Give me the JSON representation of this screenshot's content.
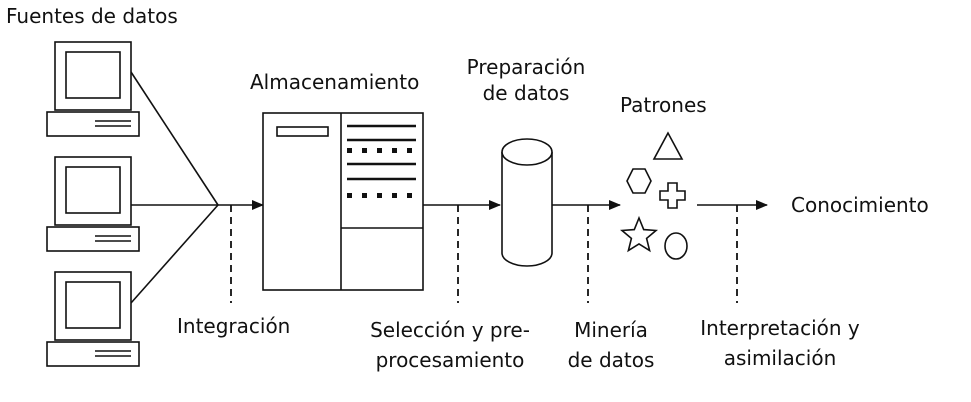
{
  "labels": {
    "sources": "Fuentes de datos",
    "storage": "Almacenamiento",
    "preparation_line1": "Preparación",
    "preparation_line2": "de datos",
    "patterns": "Patrones",
    "knowledge": "Conocimiento",
    "integration": "Integración",
    "selection_line1": "Selección y pre-",
    "selection_line2": "procesamiento",
    "mining_line1": "Minería",
    "mining_line2": "de datos",
    "interpretation_line1": "Interpretación y",
    "interpretation_line2": "asimilación"
  },
  "colors": {
    "stroke": "#111111",
    "background": "#ffffff"
  },
  "icons": [
    "computer-icon",
    "server-rack-icon",
    "cylinder-database-icon",
    "triangle-icon",
    "hexagon-icon",
    "cross-icon",
    "star-icon",
    "circle-icon",
    "arrow-icon"
  ]
}
